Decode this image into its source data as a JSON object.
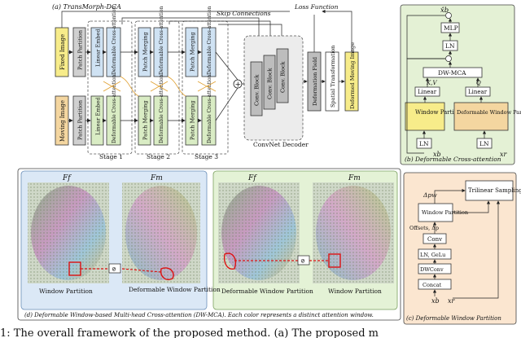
{
  "panel_a": {
    "title": "(a) TransMorph-DCA",
    "fixed_image": "Fixed Image",
    "moving_image": "Moving Image",
    "patch_partition": "Patch Partition",
    "linear_embed": "Linear Embed",
    "deformable_cross_attention": "Deformable Cross-attention",
    "patch_merging": "Patch Merging",
    "stage1": "Stage 1",
    "stage2": "Stage 2",
    "stage3": "Stage 3",
    "skip_connections": "Skip Connections",
    "loss_function": "Loss Function",
    "conv_block": "Conv. Block",
    "convnet_decoder": "ConvNet Decoder",
    "deformation_field": "Deformation Field",
    "spatial_transformation": "Spatial Transformation",
    "deformed_moving_image": "Deformed Moving Image",
    "plus": "+"
  },
  "panel_b": {
    "title": "(b) Deformable Cross-attention",
    "output": "x̂b",
    "mlp": "MLP",
    "ln": "LN",
    "dwmca": "DW-MCA",
    "kv": "K,V",
    "q": "Q",
    "linear": "Linear",
    "window_partition": "Window Partition",
    "deformable_window_partition": "Deformable Window Partition",
    "xb": "xb",
    "xr": "xr"
  },
  "panel_c": {
    "title": "(c) Deformable Window Partition",
    "trilinear": "Trilinear Sampling",
    "delta_pw": "Δpw",
    "window_partition": "Window Partition",
    "offsets": "Offsets, Δp",
    "conv": "Conv",
    "ln_gelu": "LN, GeLu",
    "dwconv": "DWConv",
    "concat": "Concat",
    "xb": "xb",
    "xr": "xr"
  },
  "panel_d": {
    "title": "(d) Deformable Window-based Multi-head Cross-attention (DW-MCA). Each color represents a distinct attention window.",
    "Ff": "Ff",
    "Fm": "Fm",
    "window_partition": "Window Partition",
    "deformable_window_partition": "Deformable Window Partition",
    "arrow_symbol": "⊘"
  },
  "caption": "1: The overall framework of the proposed method. (a) The proposed m",
  "colors": {
    "fixed_yellow": "#f7ec8a",
    "moving_orange": "#f4d6a0",
    "blue_block": "#cfe2f3",
    "green_block": "#d9ecc4",
    "gray_block": "#d0d0d0",
    "panel_b_bg": "#e4f1d5",
    "panel_c_bg": "#fbe6d0",
    "panel_d_blue": "#dbe8f6",
    "panel_d_green": "#e4f2d6"
  }
}
